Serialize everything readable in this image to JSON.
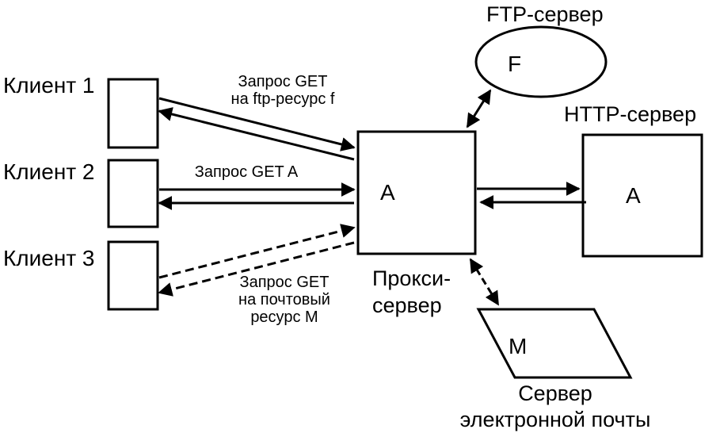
{
  "clients": [
    {
      "label": "Клиент 1"
    },
    {
      "label": "Клиент 2"
    },
    {
      "label": "Клиент 3"
    }
  ],
  "proxy": {
    "letter": "A",
    "label_line1": "Прокси-",
    "label_line2": "сервер"
  },
  "ftp_server": {
    "label": "FTP-сервер",
    "letter": "F"
  },
  "http_server": {
    "label": "HTTP-сервер",
    "letter": "A"
  },
  "mail_server": {
    "letter": "M",
    "label_line1": "Сервер",
    "label_line2": "электронной почты"
  },
  "requests": {
    "client1_line1": "Запрос GET",
    "client1_line2": "на ftp-ресурс f",
    "client2": "Запрос GET A",
    "client3_line1": "Запрос GET",
    "client3_line2": "на почтовый",
    "client3_line3": "ресурс M"
  }
}
